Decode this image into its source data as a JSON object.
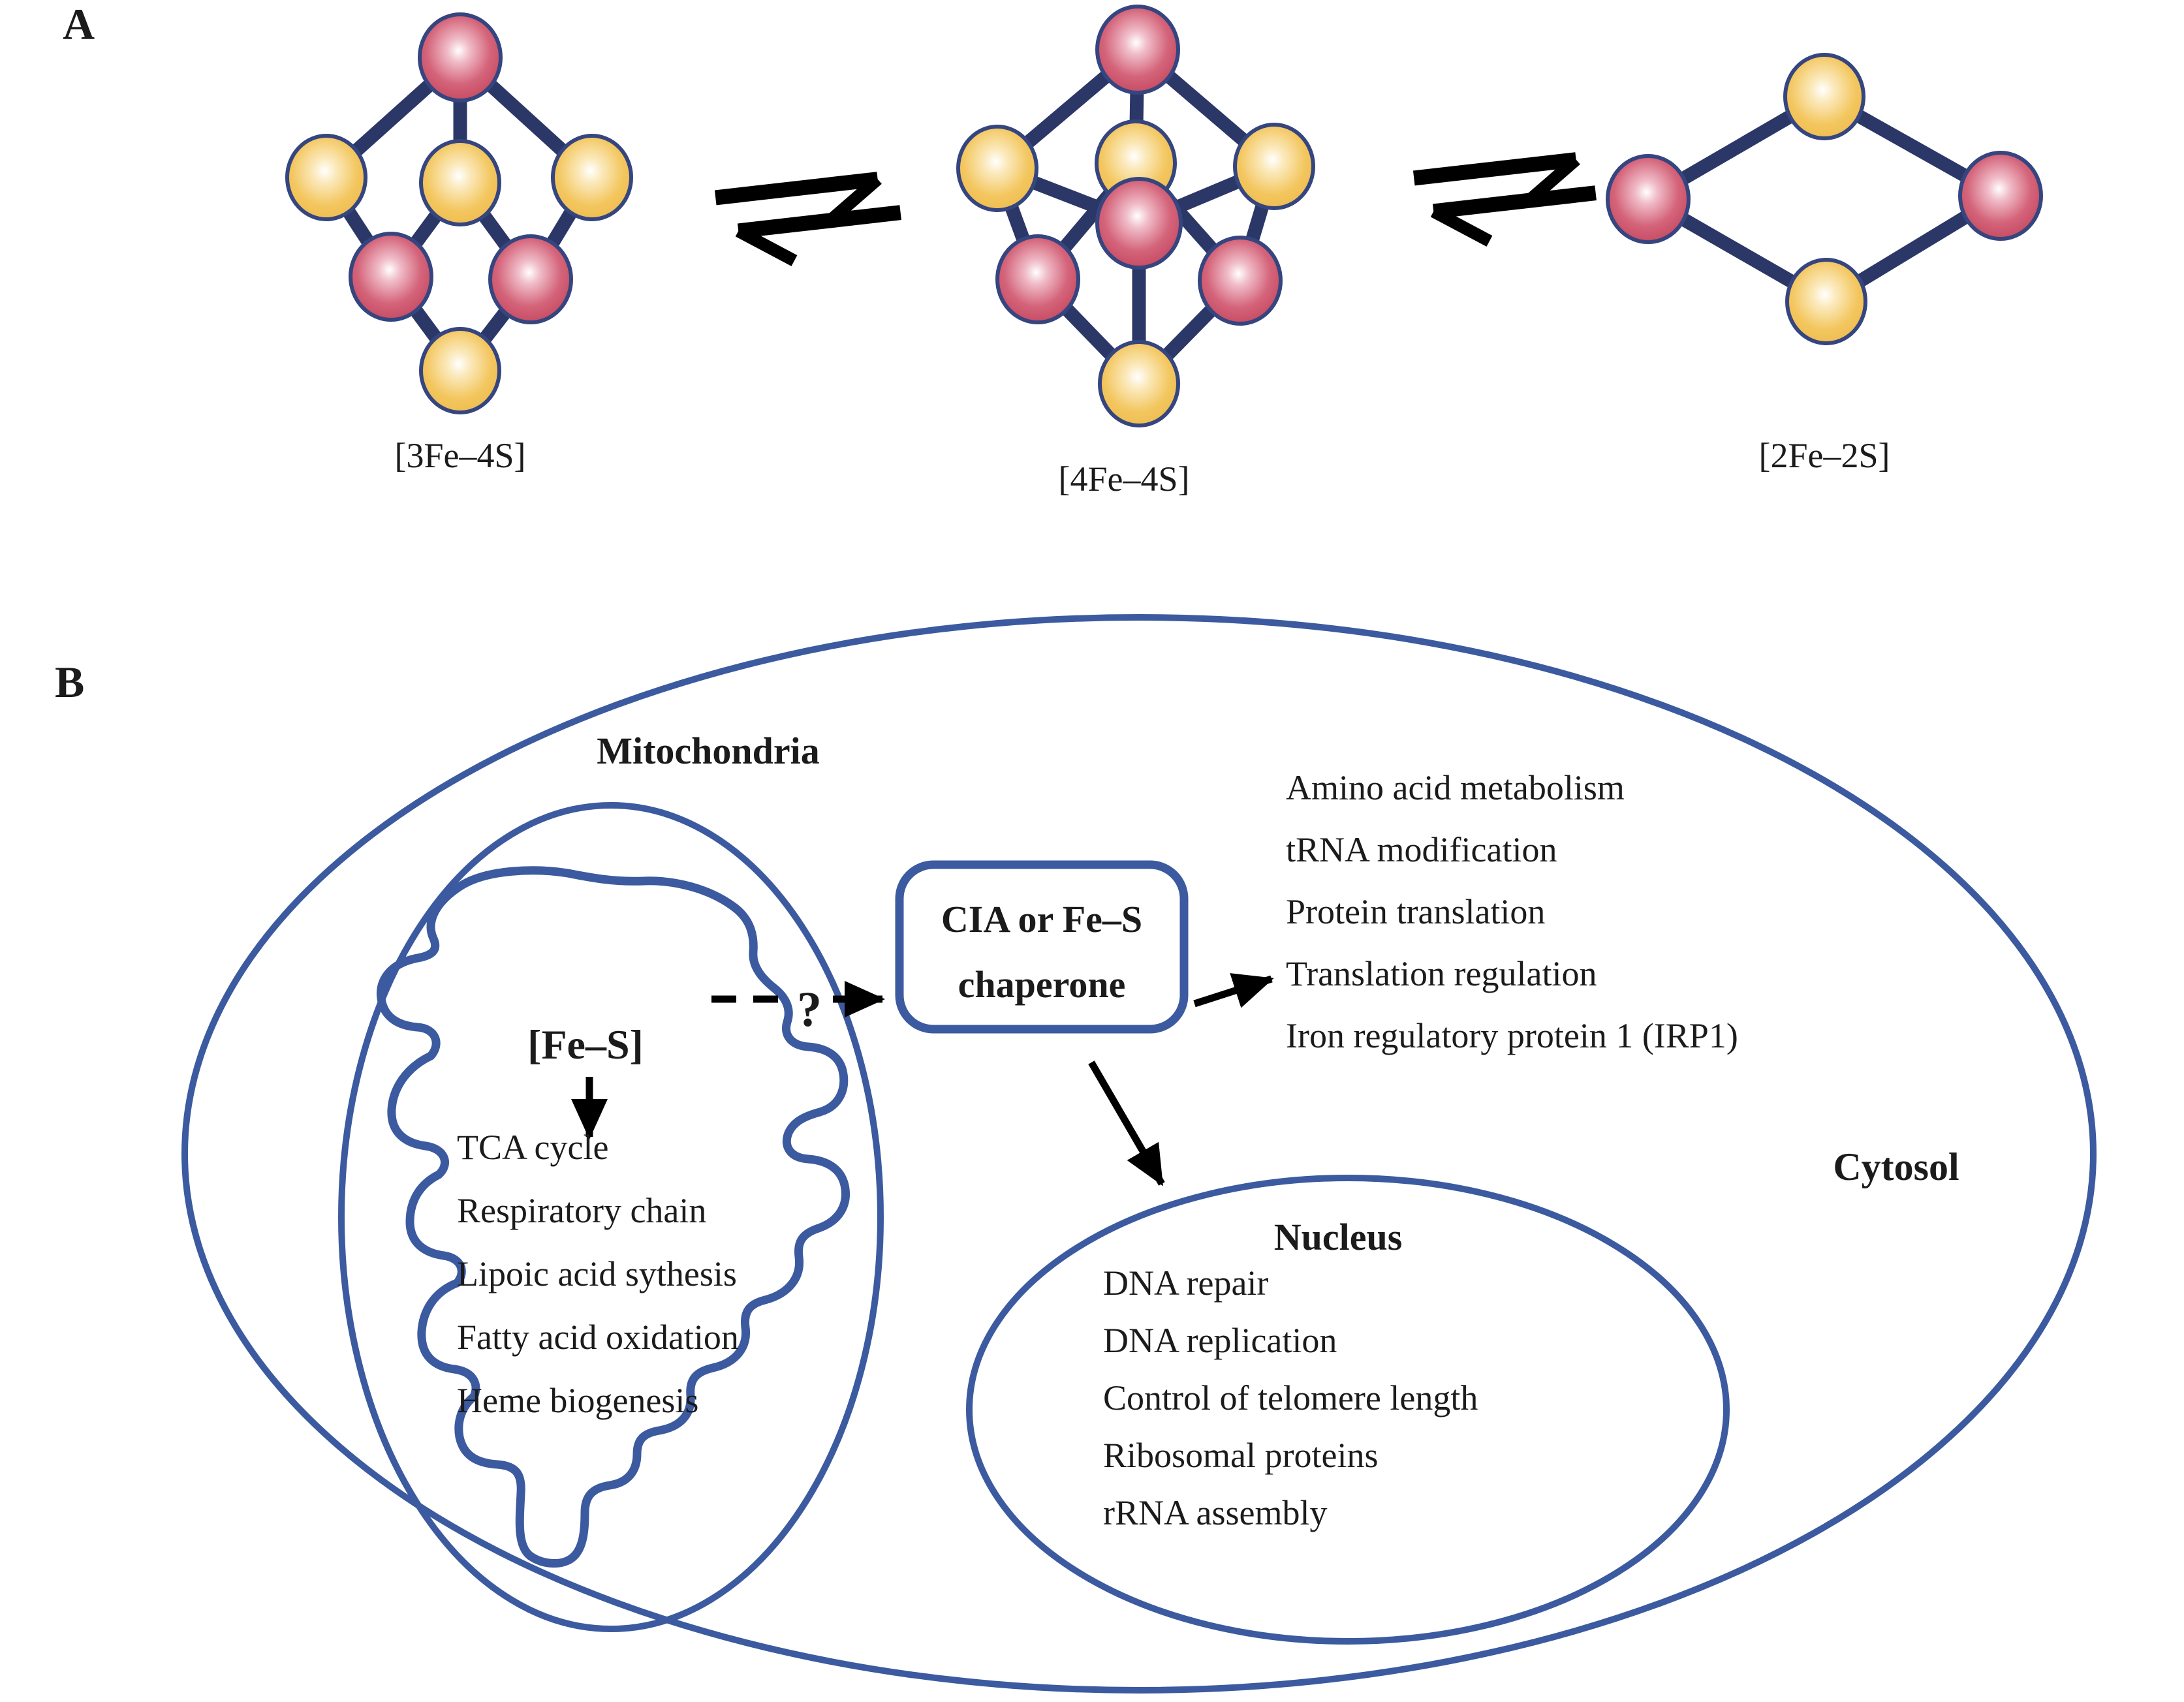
{
  "figure": {
    "panel_a": {
      "label": "A",
      "cluster_labels": [
        "[3Fe–4S]",
        "[4Fe–4S]",
        "[2Fe–2S]"
      ]
    },
    "panel_b": {
      "label": "B",
      "mitochondria_title": "Mitochondria",
      "fes_cluster": "[Fe–S]",
      "question_mark": "?",
      "mitochondria_functions": [
        "TCA cycle",
        "Respiratory chain",
        "Lipoic acid sythesis",
        "Fatty acid oxidation",
        "Heme biogenesis"
      ],
      "cia_box_line1": "CIA or Fe–S",
      "cia_box_line2": "chaperone",
      "cytosol_functions": [
        "Amino acid metabolism",
        "tRNA modification",
        "Protein translation",
        "Translation regulation",
        "Iron regulatory protein 1 (IRP1)"
      ],
      "nucleus_title": "Nucleus",
      "nucleus_functions": [
        "DNA repair",
        "DNA replication",
        "Control of telomere length",
        "Ribosomal proteins",
        "rRNA assembly"
      ],
      "cytosol_title": "Cytosol"
    },
    "colors": {
      "iron_sphere": "#c84860",
      "sulfur_sphere": "#f0c053",
      "membrane_blue": "#3c5a9f",
      "bond_navy": "#2b3767",
      "text_black": "#1b1b1b"
    }
  }
}
